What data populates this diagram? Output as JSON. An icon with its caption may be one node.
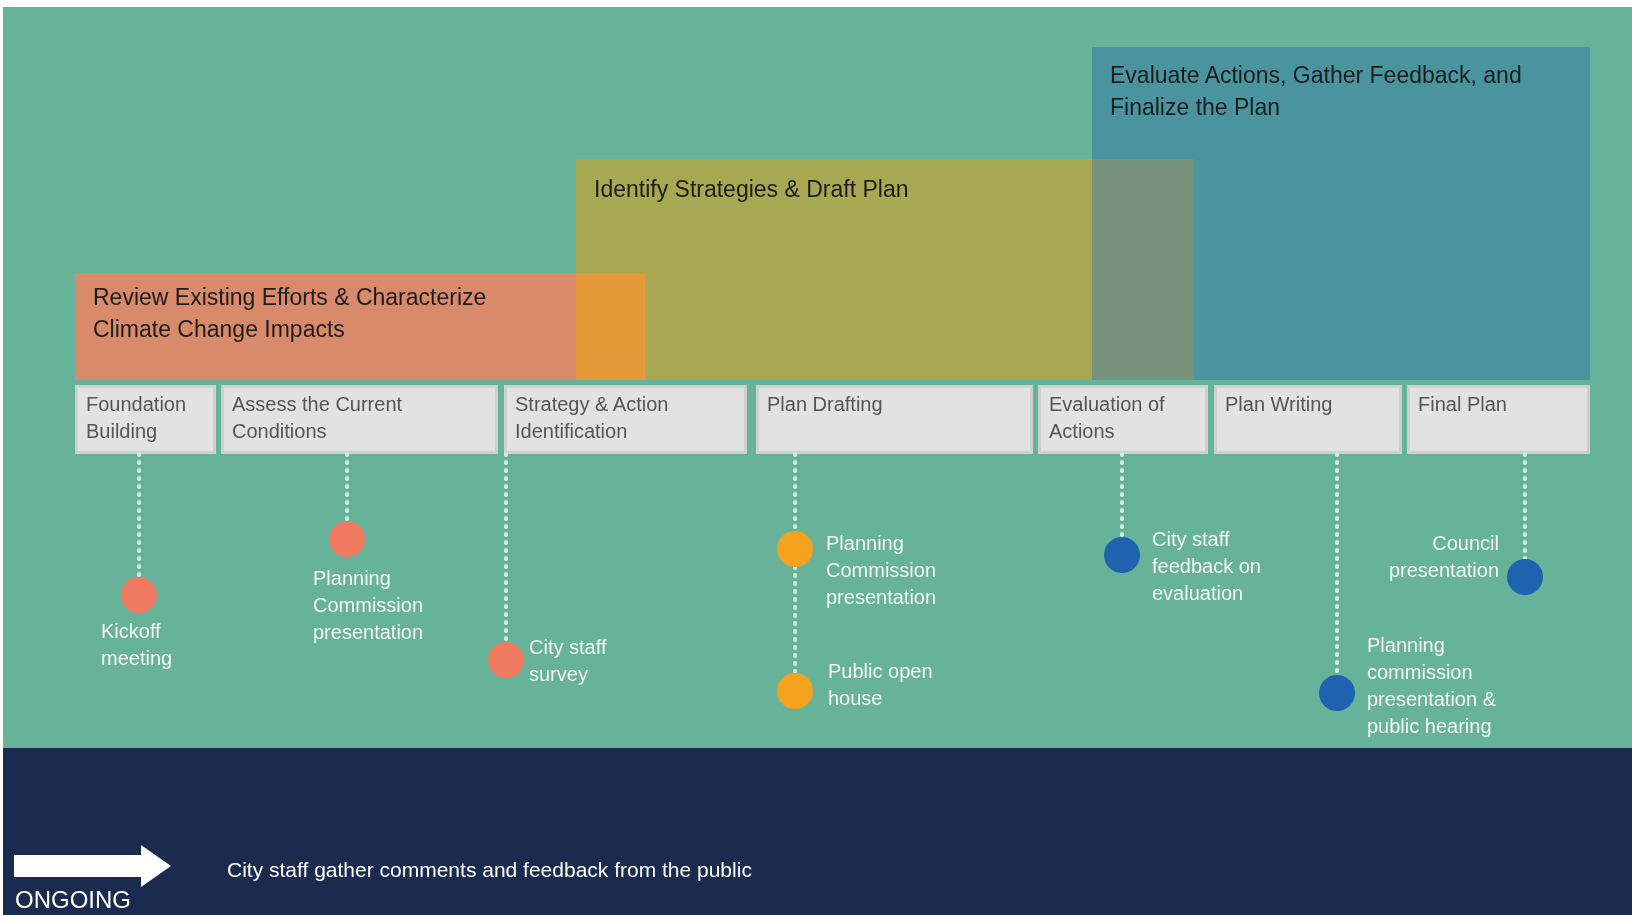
{
  "diagram": {
    "nodes": [
      {
        "text": [
          "Evaluate Actions, Gather Feedback, and Finalize the Plan"
        ]
      },
      {
        "text": [
          "Identify Strategies & Draft Plan"
        ]
      },
      {
        "text": [
          "Review Existing Efforts & Characterize Climate Change Impacts"
        ]
      },
      {
        "text": [
          "Foundation Building"
        ]
      },
      {
        "text": [
          "Assess the Current Conditions"
        ]
      },
      {
        "text": [
          "Strategy & Action Identification"
        ]
      },
      {
        "text": [
          "Plan Drafting"
        ]
      },
      {
        "text": [
          "Evaluation of Actions"
        ]
      },
      {
        "text": [
          "Plan Writing"
        ]
      },
      {
        "text": [
          "Final Plan"
        ]
      },
      {
        "text": [],
        "shape": "circle",
        "beside": [
          "Kickoff meeting"
        ]
      },
      {
        "text": [],
        "shape": "circle",
        "beside": [
          "Planning Commission presentation"
        ]
      },
      {
        "text": [],
        "shape": "circle",
        "beside": [
          "City staff survey"
        ]
      },
      {
        "text": [],
        "shape": "circle",
        "beside": [
          "Planning Commission presentation"
        ]
      },
      {
        "text": [],
        "shape": "circle",
        "beside": [
          "Public open house"
        ]
      },
      {
        "text": [],
        "shape": "circle",
        "beside": [
          "City staff feedback on evaluation"
        ]
      },
      {
        "text": [],
        "shape": "circle",
        "beside": [
          "Council presentation"
        ]
      },
      {
        "text": [],
        "shape": "circle",
        "beside": [
          "Planning commission presentation & public hearing"
        ]
      },
      {
        "text": [
          "ONGOING",
          "City staff gather comments and feedback from the public"
        ]
      }
    ],
    "edges": [
      {
        "from": 3,
        "to": 10,
        "arrow": "none",
        "style": "dashed"
      },
      {
        "from": 4,
        "to": 11,
        "arrow": "none",
        "style": "dashed"
      },
      {
        "from": 5,
        "to": 12,
        "arrow": "none",
        "style": "dashed"
      },
      {
        "from": 6,
        "to": 13,
        "arrow": "none",
        "style": "dashed"
      },
      {
        "from": 13,
        "to": 14,
        "arrow": "none",
        "style": "dashed"
      },
      {
        "from": 7,
        "to": 15,
        "arrow": "none",
        "style": "dashed"
      },
      {
        "from": 8,
        "to": 17,
        "arrow": "none",
        "style": "dashed"
      },
      {
        "from": 9,
        "to": 16,
        "arrow": "none",
        "style": "dashed"
      }
    ]
  }
}
